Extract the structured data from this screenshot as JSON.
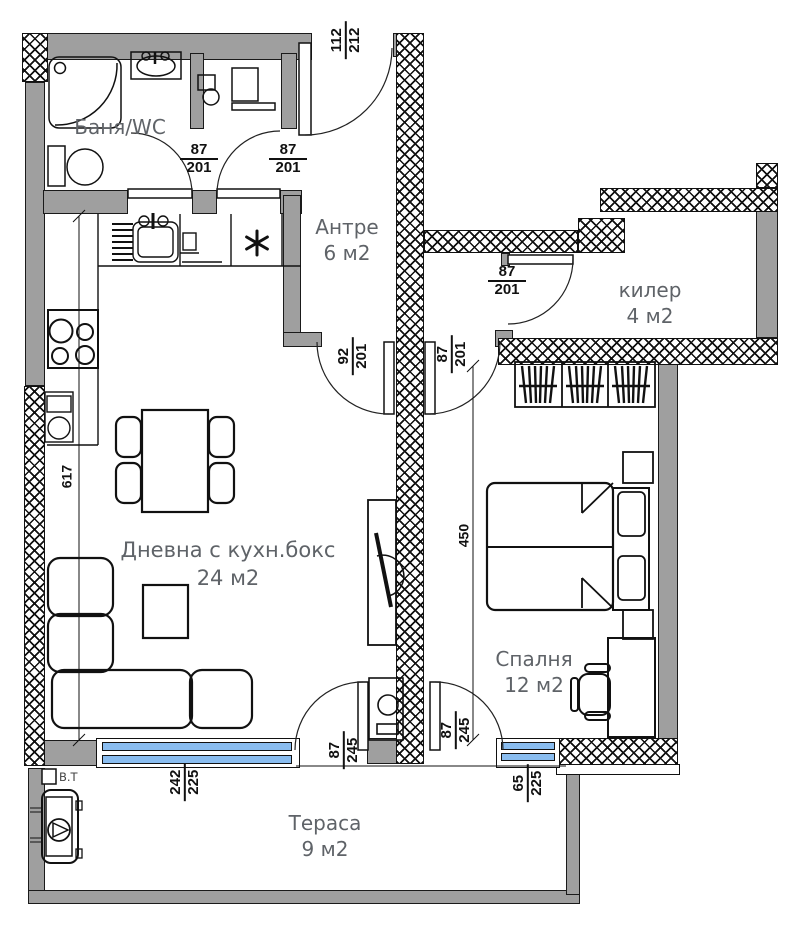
{
  "plan": {
    "rooms": [
      {
        "id": "bathroom",
        "name": "Баня/WC"
      },
      {
        "id": "hall",
        "name": "Антре",
        "area": "6 м2"
      },
      {
        "id": "pantry",
        "name": "килер",
        "area": "4 м2"
      },
      {
        "id": "living",
        "name": "Дневна с кухн.бокс",
        "area": "24 м2"
      },
      {
        "id": "bedroom",
        "name": "Спалня",
        "area": "12 м2"
      },
      {
        "id": "terrace",
        "name": "Тераса",
        "area": "9 м2"
      }
    ],
    "door_dimensions": [
      {
        "id": "entrance-door",
        "num": "112",
        "den": "212"
      },
      {
        "id": "bathroom-door",
        "num": "87",
        "den": "201"
      },
      {
        "id": "wc-door",
        "num": "87",
        "den": "201"
      },
      {
        "id": "pantry-door",
        "num": "87",
        "den": "201"
      },
      {
        "id": "living-door",
        "num": "92",
        "den": "201"
      },
      {
        "id": "bedroom-door",
        "num": "87",
        "den": "201"
      },
      {
        "id": "terrace-door-living",
        "num": "87",
        "den": "245"
      },
      {
        "id": "terrace-door-bedroom",
        "num": "87",
        "den": "245"
      },
      {
        "id": "living-window",
        "num": "242",
        "den": "225"
      },
      {
        "id": "bedroom-window",
        "num": "65",
        "den": "225"
      }
    ],
    "linear_dimensions": [
      {
        "id": "living-depth",
        "value": "617"
      },
      {
        "id": "bedroom-depth",
        "value": "450"
      }
    ],
    "annotations": [
      {
        "id": "water-tap",
        "text": "В.Т"
      }
    ],
    "fixtures": [
      "corner-bathtub-icon",
      "washbasin-icon",
      "toilet-icon",
      "wc-cistern-icon",
      "wc-cabinet-icon",
      "kitchen-sink-icon",
      "faucet-icon",
      "drainer-icon",
      "stove-icon",
      "fridge-asterisk-icon",
      "dining-table-icon",
      "chair-icon",
      "corner-sofa-icon",
      "coffee-table-icon",
      "tv-cabinet-icon",
      "wardrobe-hangers-icon",
      "double-bed-icon",
      "nightstand-icon",
      "desk-icon",
      "office-chair-icon",
      "washing-machine-icon",
      "boiler-unit-icon",
      "door-swing-icon",
      "window-icon"
    ],
    "colors": {
      "wall": "#9f9f9f",
      "hatch": "#111111",
      "window_glass": "#8abdf0",
      "room_label": "#5f6368",
      "dimension_text": "#111111"
    }
  }
}
